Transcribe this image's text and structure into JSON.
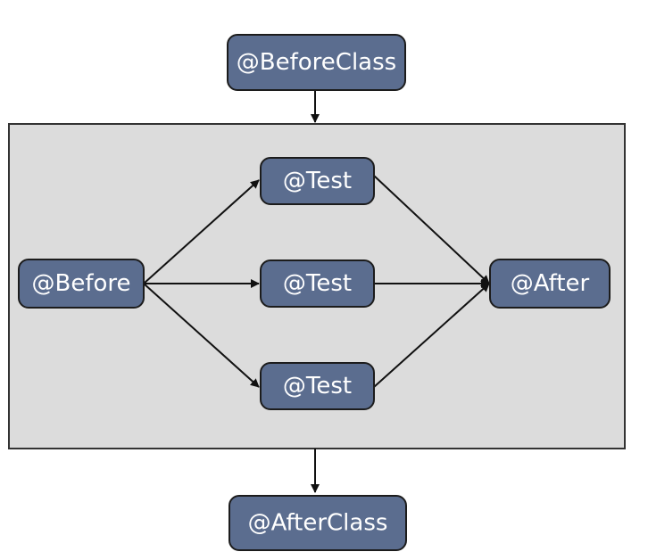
{
  "nodes": {
    "before_class": "@BeforeClass",
    "before": "@Before",
    "test_1": "@Test",
    "test_2": "@Test",
    "test_3": "@Test",
    "after": "@After",
    "after_class": "@AfterClass"
  },
  "colors": {
    "node_fill": "#5b6d8f",
    "node_border": "#1c1c1c",
    "node_text": "#ffffff",
    "container_fill": "#dcdcdc",
    "container_border": "#333333",
    "arrow": "#111111"
  }
}
